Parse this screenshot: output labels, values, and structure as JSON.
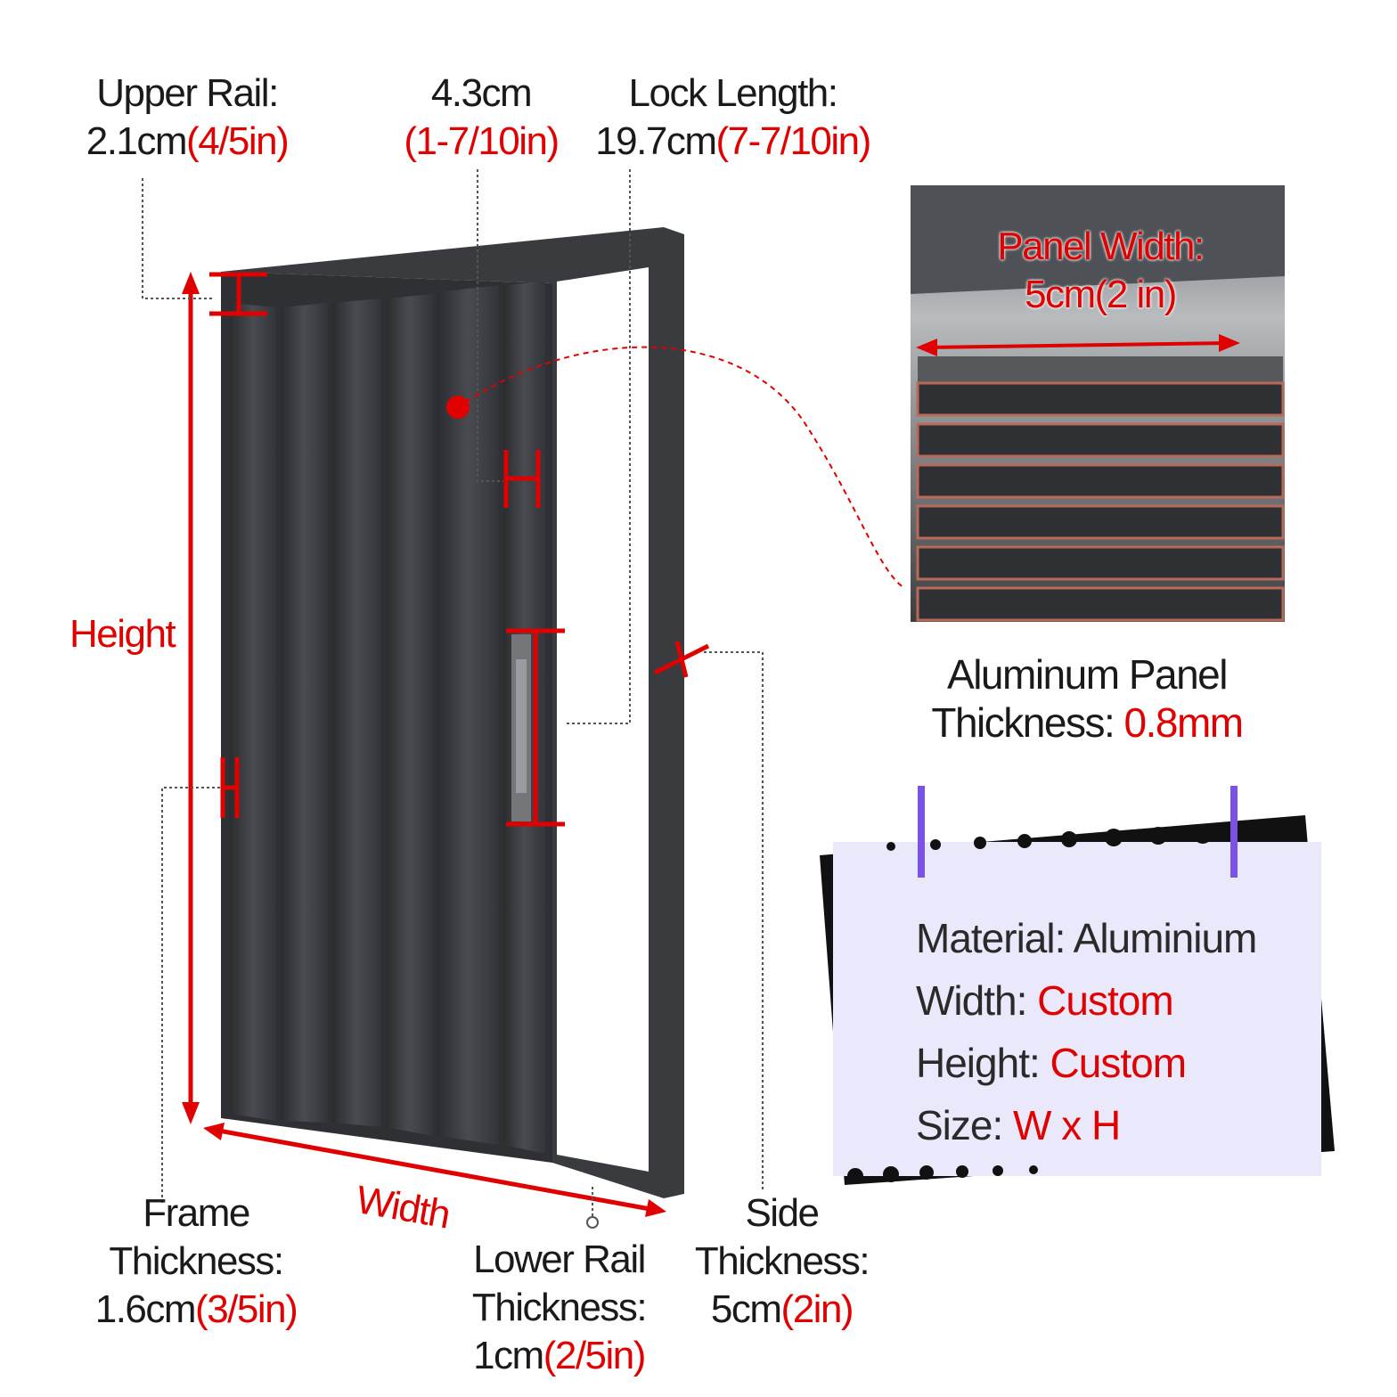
{
  "labels": {
    "upper_rail": {
      "title": "Upper Rail:",
      "value": "2.1cm",
      "imperial": "(4/5in)"
    },
    "panel_gap": {
      "value": "4.3cm",
      "imperial": "(1-7/10in)"
    },
    "lock_length": {
      "title": "Lock Length:",
      "value": "19.7cm",
      "imperial": "(7-7/10in)"
    },
    "height": "Height",
    "width": "Width",
    "frame_thickness": {
      "title_line1": "Frame",
      "title_line2": "Thickness:",
      "value": "1.6cm",
      "imperial": "(3/5in)"
    },
    "lower_rail": {
      "title_line1": "Lower Rail",
      "title_line2": "Thickness:",
      "value": "1cm",
      "imperial": "(2/5in)"
    },
    "side_thickness": {
      "title_line1": "Side",
      "title_line2": "Thickness:",
      "value": "5cm",
      "imperial": "(2in)"
    }
  },
  "inset_photo": {
    "title": "Panel Width:",
    "value": "5cm(2 in)"
  },
  "aluminum_panel": {
    "line1": "Aluminum Panel",
    "line2_label": "Thickness: ",
    "line2_value": "0.8mm"
  },
  "spec_card": {
    "rows": [
      {
        "label": "Material: ",
        "value": "Aluminium"
      },
      {
        "label": "Width: ",
        "value": "Custom"
      },
      {
        "label": "Height: ",
        "value": "Custom"
      },
      {
        "label": "Size: ",
        "value": "W x H"
      }
    ]
  },
  "colors": {
    "accent_red": "#e00000",
    "frame_dark": "#3a3b3f",
    "card_bg": "#eae8fb",
    "pin_purple": "#7a52e6"
  }
}
